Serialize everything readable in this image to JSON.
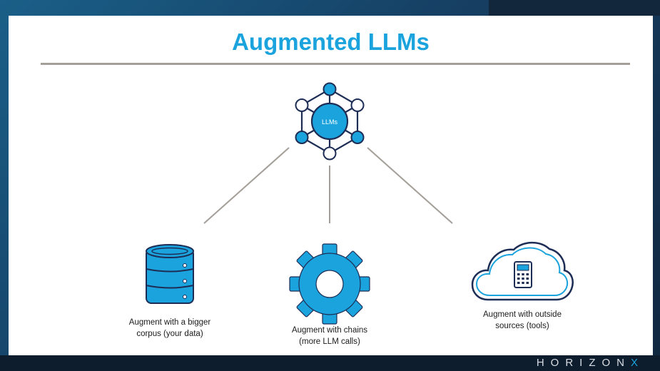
{
  "slide": {
    "title": "Augmented LLMs"
  },
  "hub": {
    "label": "LLMs",
    "icon": "network-hexagon-icon"
  },
  "augmentations": [
    {
      "lines": [
        "Augment with a bigger",
        "corpus (your data)"
      ],
      "icon": "database-icon"
    },
    {
      "lines": [
        "Augment with chains",
        "(more LLM calls)"
      ],
      "icon": "gear-icon"
    },
    {
      "lines": [
        "Augment with outside",
        "sources (tools)"
      ],
      "icon": "cloud-calculator-icon"
    }
  ],
  "brand": {
    "main": "HORIZON",
    "accent": "X"
  },
  "colors": {
    "accent": "#1ba3dd",
    "navy": "#1d2d55",
    "rule": "#a39e97"
  }
}
